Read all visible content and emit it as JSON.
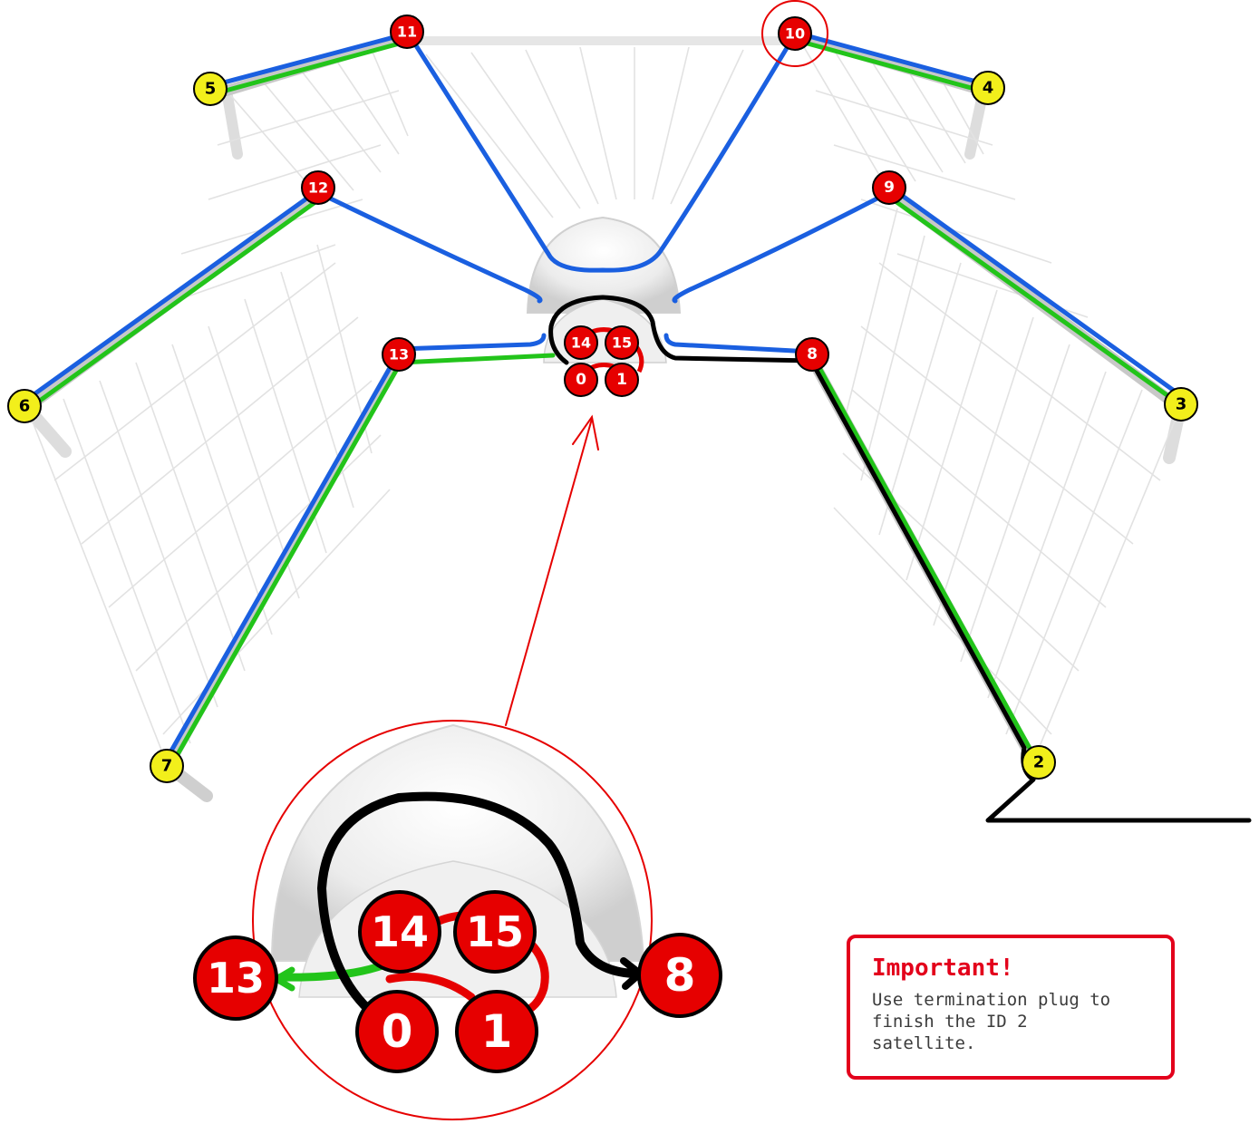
{
  "colors": {
    "red": "#e60000",
    "yellow": "#f2ef1b",
    "blue": "#1a5fe0",
    "green": "#22c41a",
    "black": "#000000",
    "frame": "#d9d9d9"
  },
  "nodes": {
    "n0": "0",
    "n1": "1",
    "n2": "2",
    "n3": "3",
    "n4": "4",
    "n5": "5",
    "n6": "6",
    "n7": "7",
    "n8": "8",
    "n9": "9",
    "n10": "10",
    "n11": "11",
    "n12": "12",
    "n13": "13",
    "n14": "14",
    "n15": "15"
  },
  "zoom": {
    "n13": "13",
    "n14": "14",
    "n15": "15",
    "n0": "0",
    "n1": "1",
    "n8": "8"
  },
  "note": {
    "title": "Important!",
    "body": "Use termination plug to finish the ID 2 satellite."
  }
}
